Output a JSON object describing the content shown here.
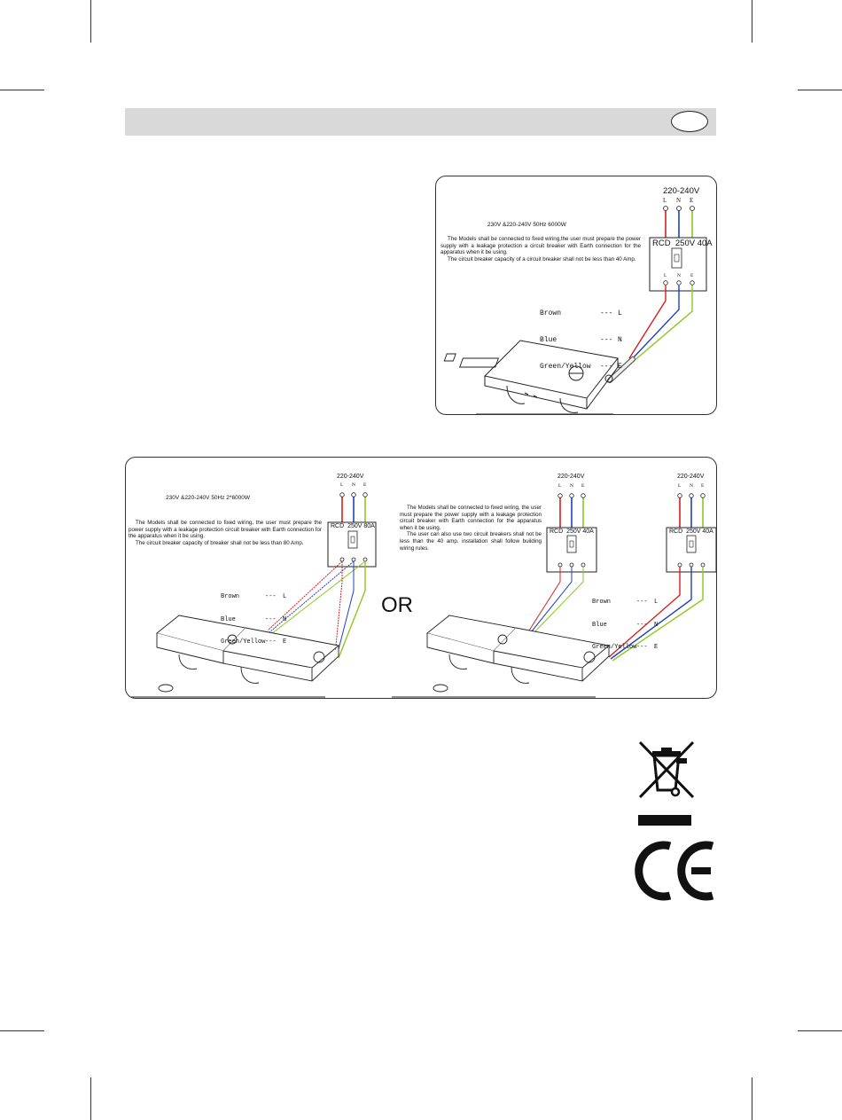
{
  "diagram_single": {
    "supply_voltage": "220-240V",
    "spec": "230V &220-240V 50Hz 6000W",
    "paragraph_1": "The Models shall be connected to fixed wiring,the user must prepare the power supply with a leakage protection a circuit breaker with Earth connection for the apparatus when it be using.",
    "paragraph_2": "The circuit breaker capacity of a circuit breaker shall not be less than 40 Amp.",
    "rcd": {
      "rcd": "RCD",
      "rating": "250V 40A"
    },
    "legend": [
      {
        "color": "Brown",
        "dash": "---",
        "terminal": "L"
      },
      {
        "color": "Blue",
        "dash": "---",
        "terminal": "N"
      },
      {
        "color": "Green/Yellow",
        "dash": "---",
        "terminal": "E"
      }
    ]
  },
  "diagram_double": {
    "left": {
      "supply_voltage": "220-240V",
      "spec": "230V &220-240V 50Hz 2*6000W",
      "paragraph_1": "The Models  shall be connected to fixed wiring, the user must prepare the power supply with a leakage protection circuit breaker with Earth connection for the apparatus when it be using.",
      "paragraph_2": "The circuit breaker capacity of breaker shall not be less than 80 Amp.",
      "rcd": {
        "rcd": "RCD",
        "rating": "250V 80A"
      },
      "legend": [
        {
          "color": "Brown",
          "dash": "---",
          "terminal": "L"
        },
        {
          "color": "Blue",
          "dash": "---",
          "terminal": "N"
        },
        {
          "color": "Green/Yellow",
          "dash": "---",
          "terminal": "E"
        }
      ]
    },
    "or": "OR",
    "right": {
      "paragraph_1": "The Models shall be connected to fixed wiring, the user must prepare the power supply with a leakage protection circuit breaker with Earth connection for the apparatus when it be using.",
      "paragraph_2": "The user can also use two circuit breakers shall not be less than the 40 amp. installation shall follow building wiring rules.",
      "supply_voltage_a": "220-240V",
      "supply_voltage_b": "220-240V",
      "rcd_a": {
        "rcd": "RCD",
        "rating": "250V 40A"
      },
      "rcd_b": {
        "rcd": "RCD",
        "rating": "250V 40A"
      },
      "legend": [
        {
          "color": "Brown",
          "dash": "---",
          "terminal": "L"
        },
        {
          "color": "Blue",
          "dash": "---",
          "terminal": "N"
        },
        {
          "color": "Green/Yellow",
          "dash": "---",
          "terminal": "E"
        }
      ]
    }
  },
  "terminals": [
    "L",
    "N",
    "E"
  ],
  "wire_colors": {
    "L": "#d42020",
    "N": "#2040c0",
    "E": "#8cc820"
  },
  "icons": [
    "weee-crossed-bin-icon",
    "ce-mark-icon"
  ]
}
